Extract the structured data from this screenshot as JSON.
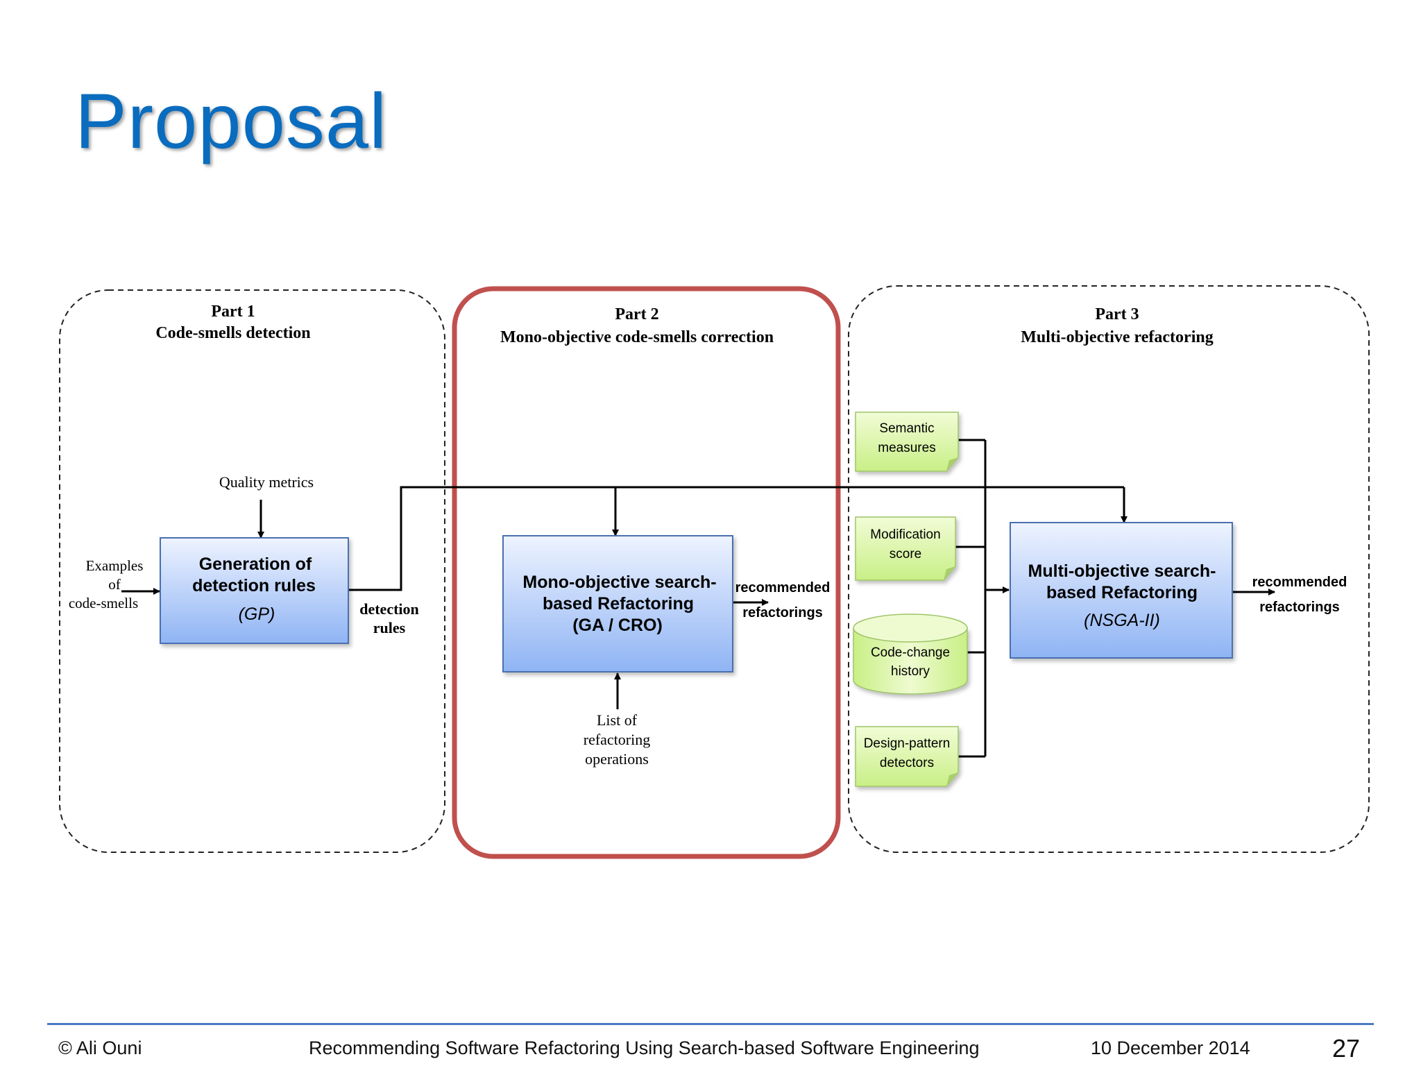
{
  "slide": {
    "title": "Proposal",
    "page_number": "27"
  },
  "parts": {
    "p1_label": "Part 1",
    "p1_name": "Code-smells detection",
    "p2_label": "Part 2",
    "p2_name": "Mono-objective code-smells correction",
    "p3_label": "Part 3",
    "p3_name": "Multi-objective refactoring"
  },
  "part1": {
    "quality_metrics": "Quality metrics",
    "examples_line1": "Examples",
    "examples_line2": "of",
    "examples_line3": "code-smells",
    "box_line1": "Generation of",
    "box_line2": "detection rules",
    "box_line3": "(GP)",
    "out_line1": "detection",
    "out_line2": "rules"
  },
  "part2": {
    "box_line1": "Mono-objective search-",
    "box_line2": "based Refactoring",
    "box_line3": "(GA / CRO)",
    "out_line1": "recommended",
    "out_line2": "refactorings",
    "in_line1": "List of",
    "in_line2": "refactoring",
    "in_line3": "operations"
  },
  "part3": {
    "n1_line1": "Semantic",
    "n1_line2": "measures",
    "n2_line1": "Modification",
    "n2_line2": "score",
    "db_line1": "Code-change",
    "db_line2": "history",
    "n4_line1": "Design-pattern",
    "n4_line2": "detectors",
    "box_line1": "Multi-objective search-",
    "box_line2": "based Refactoring",
    "box_line3": "(NSGA-II)",
    "out_line1": "recommended",
    "out_line2": "refactorings"
  },
  "footer": {
    "author": "© Ali Ouni",
    "talk_title": "Recommending Software Refactoring Using Search-based Software Engineering",
    "date": "10 December 2014"
  },
  "colors": {
    "title_blue": "#0a6cbe",
    "highlight_red": "#c0504d",
    "box_border": "#4a6fb0",
    "note_green": "#d8f5a0"
  }
}
